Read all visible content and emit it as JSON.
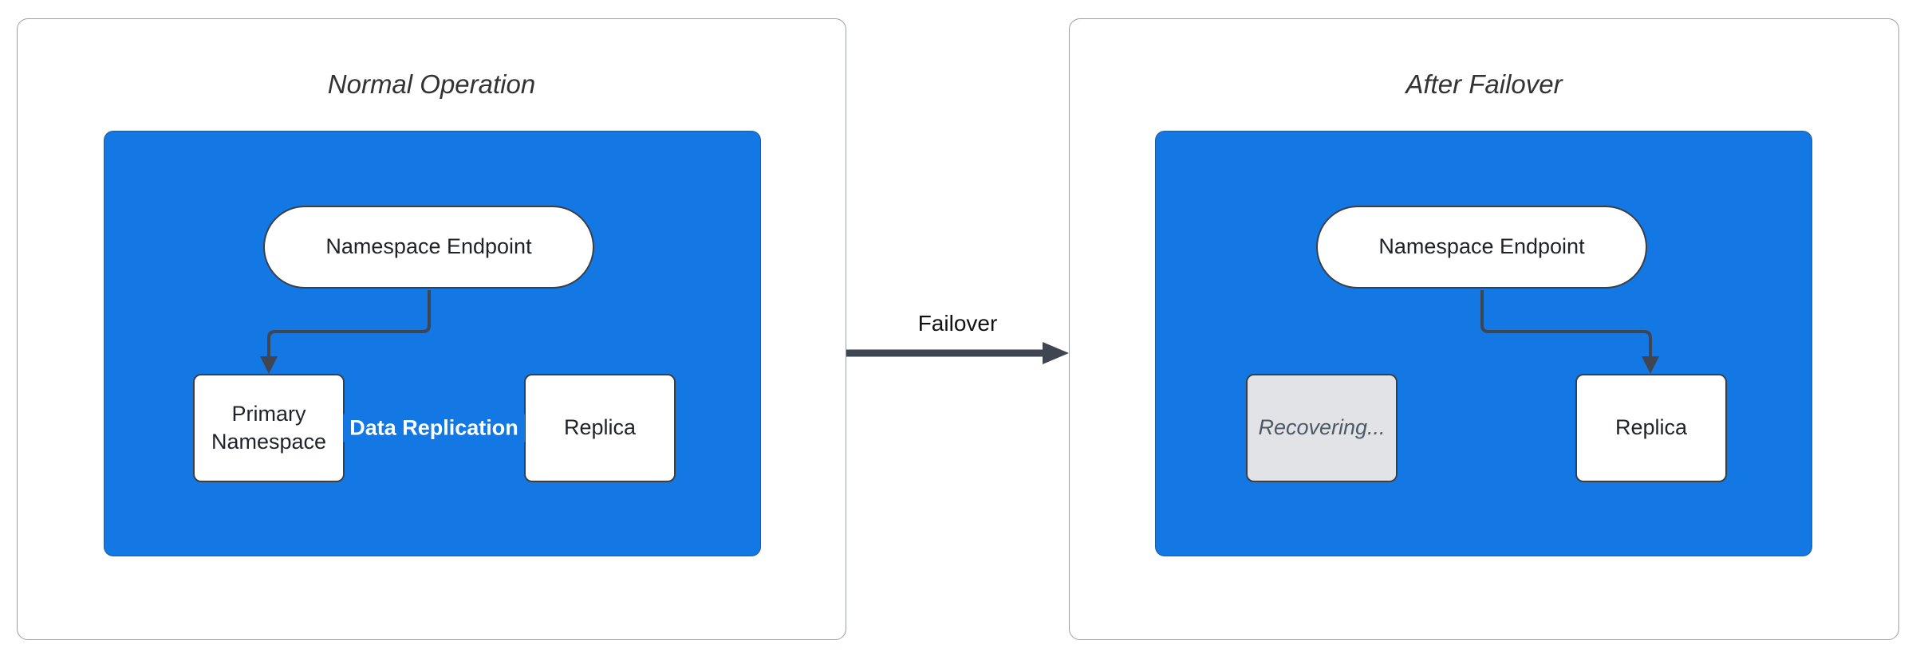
{
  "colors": {
    "cluster_blue": "#1478E4",
    "arrow": "#3F4652",
    "node_border": "#3A3F47",
    "panel_border": "#9B9FA6",
    "node_text": "#1F2329",
    "title_text": "#333333",
    "recovering_fill": "#E2E3E7",
    "recovering_text": "#4E5966",
    "edge_label_text": "#FFFFFF",
    "failover_text": "#111111"
  },
  "left_panel": {
    "title": "Normal Operation",
    "endpoint_label": "Namespace Endpoint",
    "primary_label": "Primary Namespace",
    "replica_label": "Replica",
    "replication_edge_label": "Data Replication"
  },
  "failover_edge": {
    "label": "Failover"
  },
  "right_panel": {
    "title": "After Failover",
    "endpoint_label": "Namespace Endpoint",
    "recovering_label": "Recovering...",
    "replica_label": "Replica"
  }
}
